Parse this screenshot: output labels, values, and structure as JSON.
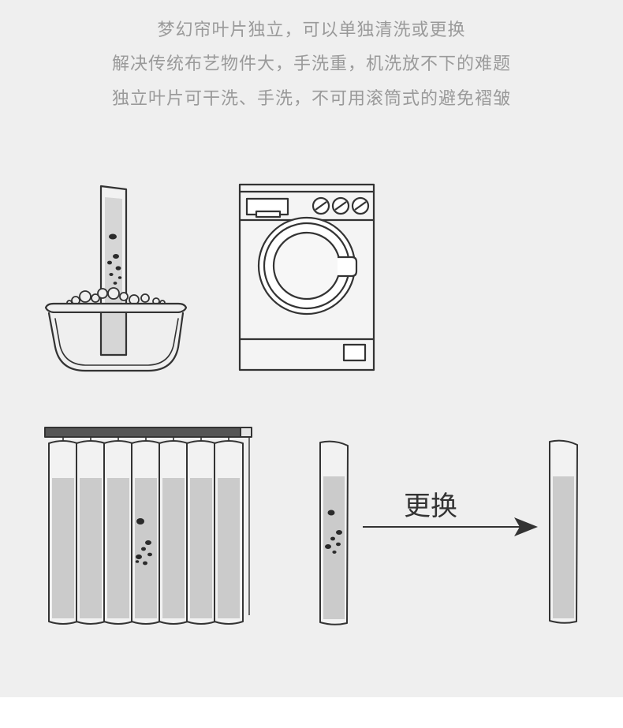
{
  "description_lines": [
    "梦幻帘叶片独立，可以单独清洗或更换",
    "解决传统布艺物件大，手洗重，机洗放不下的难题",
    "独立叶片可干洗、手洗，不可用滚筒式的避免褶皱"
  ],
  "arrow_label": "更换",
  "colors": {
    "panel_background": "#efefef",
    "caption_text": "#9a9a9a",
    "line_art": "#333333",
    "fabric_fill": "#c9c9c9",
    "stain": "#2b2b2b"
  },
  "icons": [
    "hand-wash-basin-icon",
    "washing-machine-icon",
    "blind-vanes-icon",
    "stained-vane-icon",
    "arrow-right-icon",
    "clean-vane-icon"
  ]
}
